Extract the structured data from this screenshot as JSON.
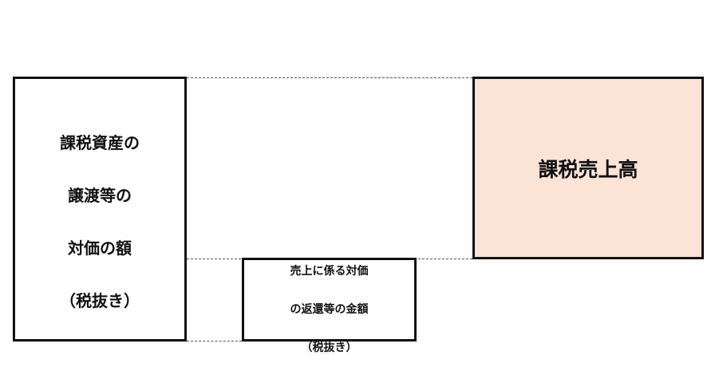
{
  "diagram": {
    "taxable_assets_box": {
      "lines": [
        "課税資産の",
        "譲渡等の",
        "対価の額",
        "（税抜き）"
      ]
    },
    "taxable_sales_box": {
      "label": "課税売上高",
      "fill_color": "#FBE3D6"
    },
    "returns_box": {
      "lines": [
        "売上に係る対価",
        "の返還等の金額",
        "（税抜き）"
      ]
    }
  }
}
